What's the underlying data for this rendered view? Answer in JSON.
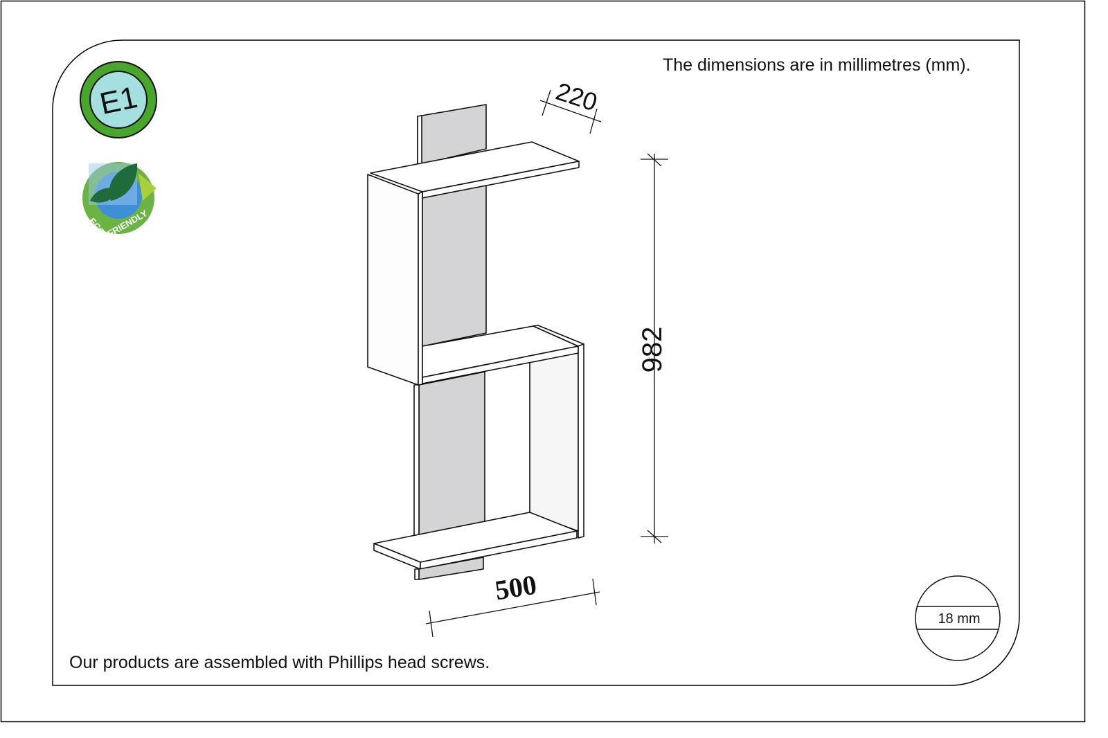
{
  "notes": {
    "units": "The dimensions are in millimetres (mm).",
    "screws": "Our products are assembled with Phillips head screws."
  },
  "badges": {
    "e1": "E1",
    "eco_top": "ECO",
    "eco_bottom": "FRIENDLY"
  },
  "dimensions": {
    "depth": "220",
    "height": "982",
    "width": "500",
    "thickness": "18 mm"
  },
  "colors": {
    "panel_gray": "#d4d4d6",
    "badge_green": "#4aa52c",
    "badge_cyan": "#a6dfe0"
  }
}
